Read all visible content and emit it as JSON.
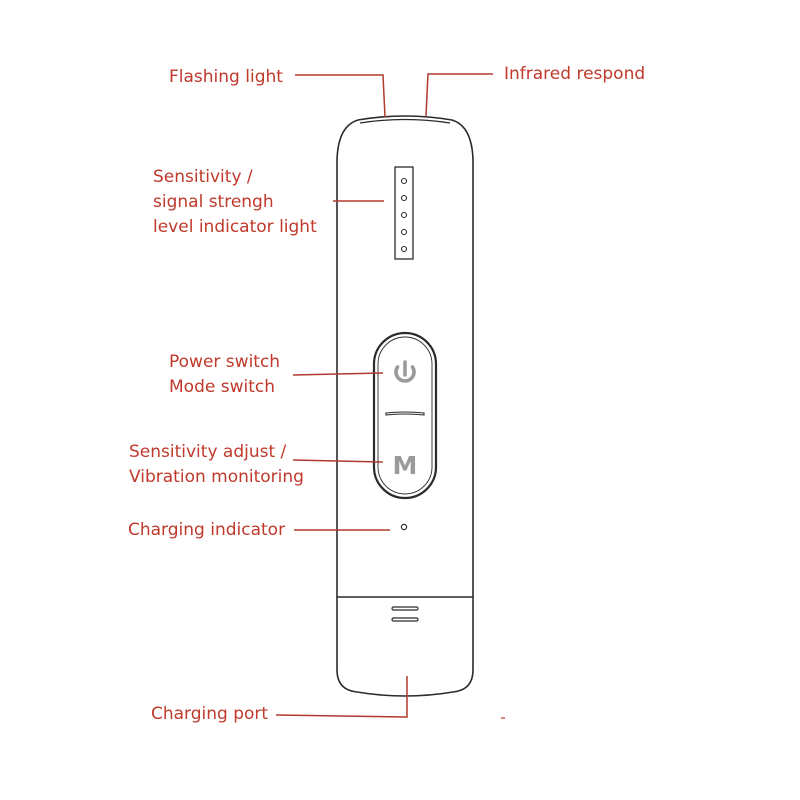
{
  "colors": {
    "label": "#c0392b",
    "outline": "#2b2b2b",
    "leader": "#b03a2e",
    "icon": "#9a9a9a"
  },
  "device": {
    "power_icon": "power-icon",
    "mode_letter": "M"
  },
  "labels": {
    "flashing_light": "Flashing light",
    "infrared_respond": "Infrared  respond",
    "sensitivity_line1": "Sensitivity /",
    "sensitivity_line2": "signal  strengh",
    "sensitivity_line3": "level  indicator light",
    "power_switch": "Power switch",
    "mode_switch": "Mode  switch",
    "sens_adjust": "Sensitivity adjust /",
    "vibration": "Vibration monitoring",
    "charging_indicator": "Charging indicator",
    "charging_port": "Charging port"
  }
}
